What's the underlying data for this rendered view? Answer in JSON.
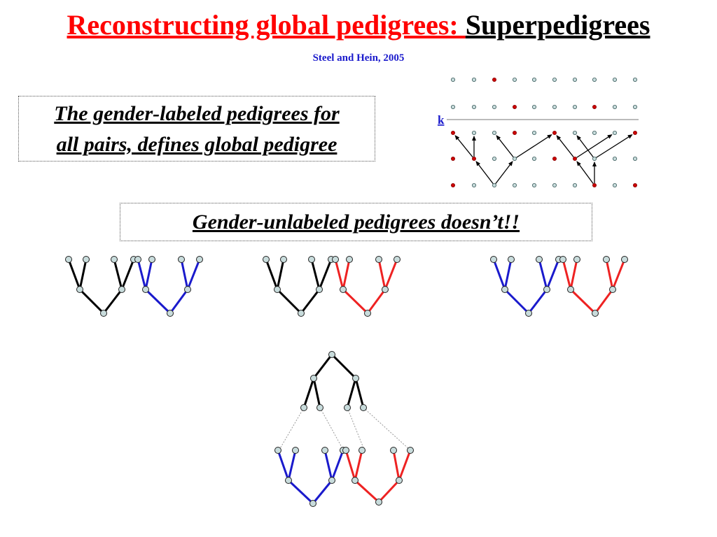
{
  "title": {
    "part1": "Reconstructing global pedigrees: ",
    "part2": "Superpedigrees"
  },
  "citation": "Steel and Hein, 2005",
  "box1": {
    "line1": "The gender-labeled pedigrees for",
    "line2": "all pairs, defines global pedigree"
  },
  "box2": "Gender-unlabeled pedigrees doesn’t!!",
  "grid_label": "k",
  "colors": {
    "title_red": "#ff0000",
    "citation_blue": "#1a1acc",
    "edge_black": "#000000",
    "edge_blue": "#1a1acc",
    "edge_red": "#ee2222",
    "node_fill": "#c8dcdc",
    "grid_red": "#cc0000"
  }
}
